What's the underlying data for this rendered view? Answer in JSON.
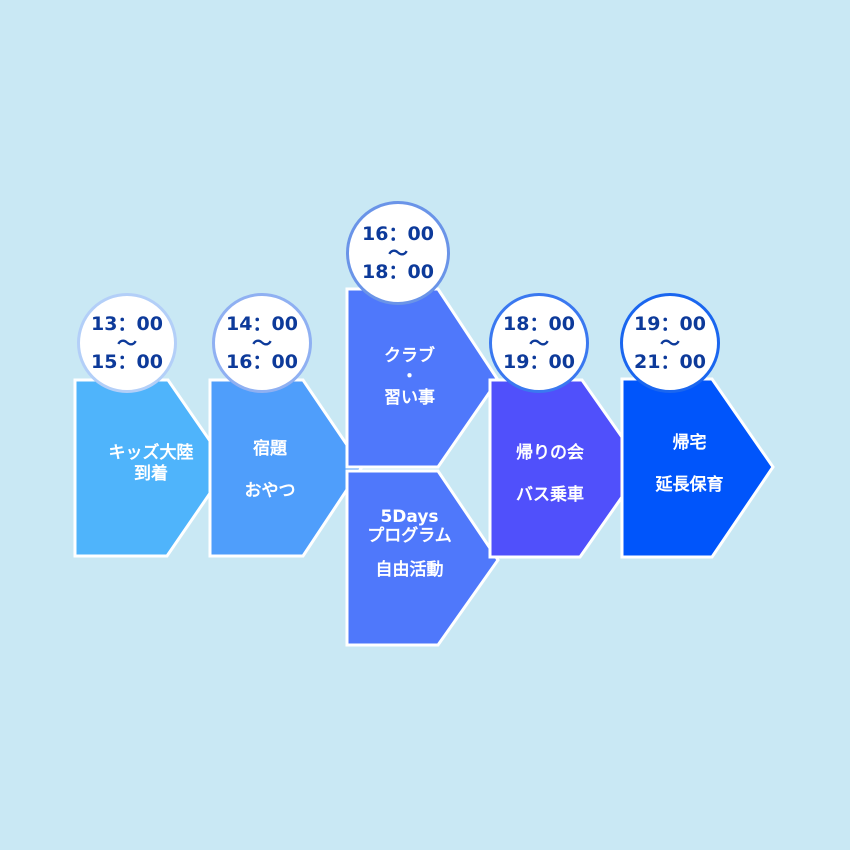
{
  "colors": {
    "background": "#c9e8f4",
    "step1": "#4fb4fb",
    "step2": "#4f9efb",
    "step3": "#4f78fb",
    "step4": "#5050fb",
    "step5": "#0055fb",
    "time_text": "#0d3a9a"
  },
  "steps": [
    {
      "start": "13：00",
      "sep": "〜",
      "end": "15：00",
      "lines": [
        "キッズ大陸",
        "到着"
      ]
    },
    {
      "start": "14：00",
      "sep": "〜",
      "end": "16：00",
      "lines": [
        "宿題",
        "おやつ"
      ]
    },
    {
      "start": "16：00",
      "sep": "〜",
      "end": "18：00",
      "lines": [
        "クラブ",
        "・",
        "習い事"
      ],
      "alt_lines": [
        "5Days",
        "プログラム",
        "自由活動"
      ]
    },
    {
      "start": "18：00",
      "sep": "〜",
      "end": "19：00",
      "lines": [
        "帰りの会",
        "バス乗車"
      ]
    },
    {
      "start": "19：00",
      "sep": "〜",
      "end": "21：00",
      "lines": [
        "帰宅",
        "延長保育"
      ]
    }
  ]
}
